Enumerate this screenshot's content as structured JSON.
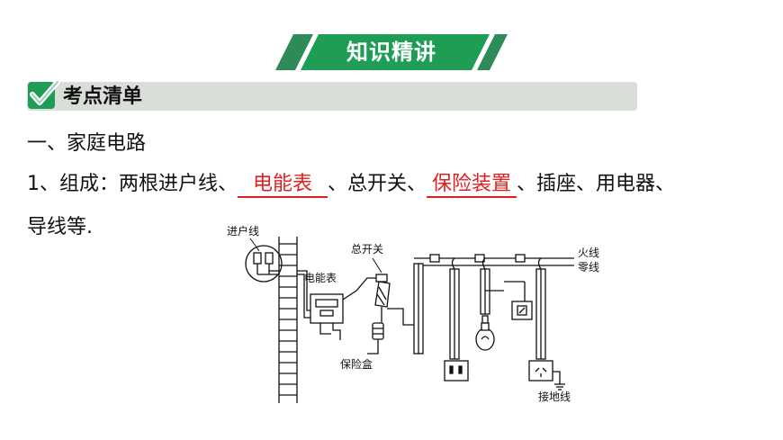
{
  "banner": {
    "title": "知识精讲"
  },
  "section": {
    "title": "考点清单"
  },
  "heading1": "一、家庭电路",
  "item1": {
    "prefix": "1、组成：两根进户线、",
    "blank1": "电能表",
    "mid": "、总开关、",
    "blank2": "保险装置",
    "suffix": "、插座、用电器、",
    "line2": "导线等."
  },
  "diagram": {
    "labels": {
      "service_wires": "进户线",
      "main_switch": "总开关",
      "meter": "电能表",
      "fuse_box": "保险盒",
      "live_wire": "火线",
      "neutral_wire": "零线",
      "ground_wire": "接地线"
    }
  },
  "colors": {
    "accent_green": "#1f9d55",
    "answer_red": "#e02020",
    "bar_gray": "#d9ded9"
  }
}
